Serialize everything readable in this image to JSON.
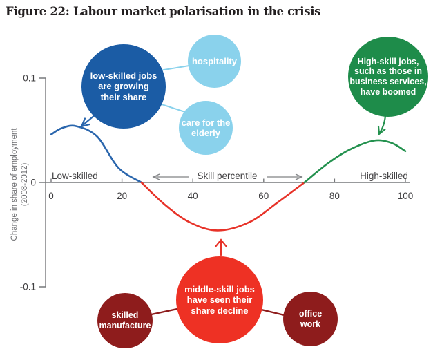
{
  "figure": {
    "title": "Figure 22: Labour market polarisation in the crisis"
  },
  "chart_data": {
    "type": "line",
    "title": "Figure 22: Labour market polarisation in the crisis",
    "xlabel": "Skill percentile",
    "ylabel": "Change in share of employment (2008-2012)",
    "xlim": [
      0,
      100
    ],
    "ylim": [
      -0.1,
      0.1
    ],
    "grid": false,
    "legend": "none",
    "x_ticks": [
      0,
      20,
      40,
      60,
      80,
      100
    ],
    "x_tick_labels": [
      "0",
      "20",
      "40",
      "60",
      "80",
      "100"
    ],
    "y_ticks": [
      0.1,
      0,
      -0.1
    ],
    "y_tick_labels": [
      "0.1",
      "0",
      "-0.1"
    ],
    "x_axis_zones": {
      "left": "Low-skilled",
      "center": "Skill percentile",
      "right": "High-skilled"
    },
    "series": [
      {
        "id": "low-skilled",
        "name": "Low-skilled segment",
        "color": "#2a66ad",
        "points": [
          [
            0,
            0.046
          ],
          [
            3,
            0.052
          ],
          [
            7,
            0.054
          ],
          [
            13,
            0.044
          ],
          [
            19,
            0.014
          ],
          [
            25.5,
            0
          ]
        ]
      },
      {
        "id": "middle-skill",
        "name": "Middle-skill segment",
        "color": "#e73228",
        "points": [
          [
            25.5,
            0
          ],
          [
            32,
            -0.021
          ],
          [
            39,
            -0.038
          ],
          [
            47,
            -0.046
          ],
          [
            56,
            -0.038
          ],
          [
            64,
            -0.019
          ],
          [
            71.5,
            0
          ]
        ]
      },
      {
        "id": "high-skill",
        "name": "High-skill segment",
        "color": "#23914e",
        "points": [
          [
            71.5,
            0
          ],
          [
            78,
            0.018
          ],
          [
            84,
            0.031
          ],
          [
            91,
            0.04
          ],
          [
            96,
            0.038
          ],
          [
            100,
            0.03
          ]
        ]
      }
    ]
  },
  "axis": {
    "ylabel_line1": "Change in share of employment",
    "ylabel_line2": "(2008-2012)"
  },
  "bubbles": {
    "low_skilled": {
      "text": "low-skilled jobs\nare growing\ntheir share",
      "color": "#1b5ca5"
    },
    "hospitality": {
      "text": "hospitality",
      "color": "#8ad2ec"
    },
    "care_elderly": {
      "text": "care for the\nelderly",
      "color": "#8ad2ec"
    },
    "high_skill": {
      "text": "High-skill jobs,\nsuch as those in\nbusiness services,\nhave boomed",
      "color": "#1e8c4a"
    },
    "middle_skill": {
      "text": "middle-skill jobs\nhave seen their\nshare decline",
      "color": "#ee3124"
    },
    "skilled_manufacture": {
      "text": "skilled\nmanufacture",
      "color": "#8e1c1c"
    },
    "office_work": {
      "text": "office\nwork",
      "color": "#8e1c1c"
    }
  }
}
